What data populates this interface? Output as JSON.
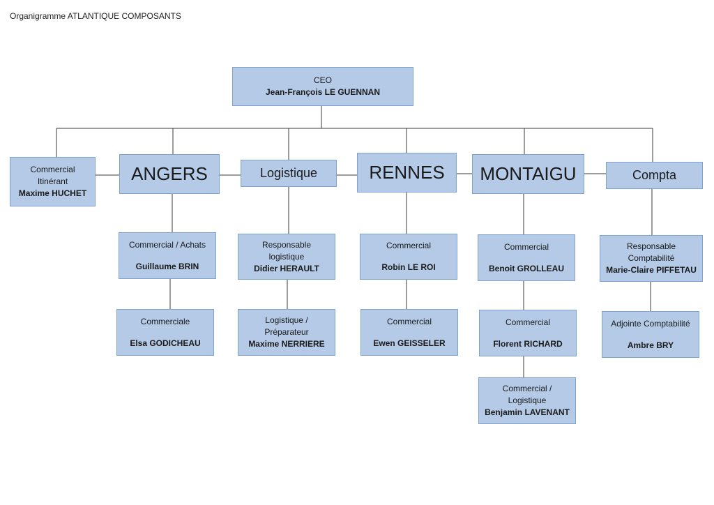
{
  "title": "Organigramme ATLANTIQUE COMPOSANTS",
  "ceo": {
    "role": "CEO",
    "name": "Jean-François LE GUENNAN"
  },
  "branches": {
    "itinerant": {
      "role": "Commercial\nItinérant",
      "name": "Maxime HUCHET"
    },
    "angers": "ANGERS",
    "logistique": "Logistique",
    "rennes": "RENNES",
    "montaigu": "MONTAIGU",
    "compta": "Compta"
  },
  "angers_staff": [
    {
      "role": "Commercial / Achats",
      "name": "Guillaume BRIN"
    },
    {
      "role": "Commerciale",
      "name": "Elsa GODICHEAU"
    }
  ],
  "logistique_staff": [
    {
      "role": "Responsable\nlogistique",
      "name": "Didier HERAULT"
    },
    {
      "role": "Logistique /\nPréparateur",
      "name": "Maxime NERRIERE"
    }
  ],
  "rennes_staff": [
    {
      "role": "Commercial",
      "name": "Robin LE ROI"
    },
    {
      "role": "Commercial",
      "name": "Ewen GEISSELER"
    }
  ],
  "montaigu_staff": [
    {
      "role": "Commercial",
      "name": "Benoit GROLLEAU"
    },
    {
      "role": "Commercial",
      "name": "Florent RICHARD"
    },
    {
      "role": "Commercial /\nLogistique",
      "name": "Benjamin LAVENANT"
    }
  ],
  "compta_staff": [
    {
      "role": "Responsable\nComptabilité",
      "name": "Marie-Claire PIFFETAU"
    },
    {
      "role": "Adjointe Comptabilité",
      "name": "Ambre BRY"
    }
  ]
}
